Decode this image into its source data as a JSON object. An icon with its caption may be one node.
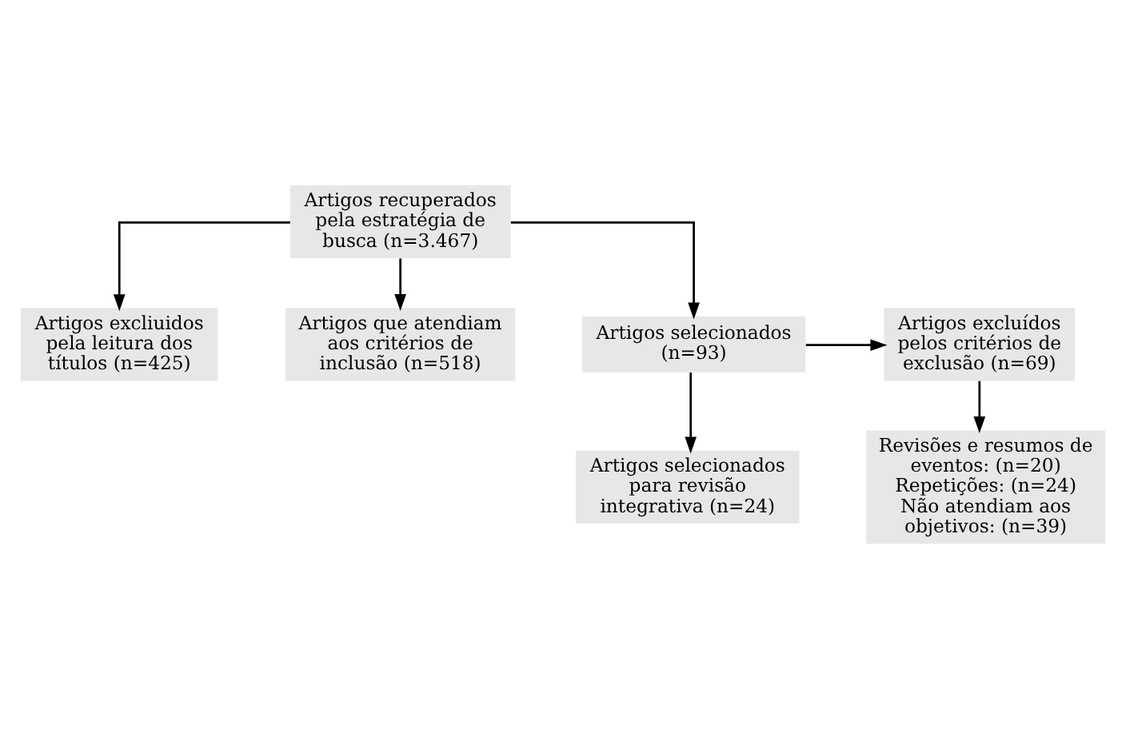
{
  "diagram": {
    "nodes": [
      {
        "text": [
          "Artigos recuperados pela estratégia de busca (n=3.467)"
        ]
      },
      {
        "text": [
          "Artigos excliuidos pela leitura dos títulos (n=425)"
        ]
      },
      {
        "text": [
          "Artigos que atendiam aos critérios de inclusão (n=518)"
        ]
      },
      {
        "text": [
          "Artigos selecionados (n=93)"
        ]
      },
      {
        "text": [
          "Artigos excluídos pelos critérios de exclusão (n=69)"
        ]
      },
      {
        "text": [
          "Artigos selecionados para revisão integrativa (n=24)"
        ]
      },
      {
        "text": [
          "Revisões e resumos de eventos: (n=20)",
          "Repetições: (n=24)",
          "Não atendiam aos objetivos: (n=39)"
        ]
      }
    ],
    "edges": [
      {
        "from": 0,
        "to": 1,
        "arrow": "to"
      },
      {
        "from": 0,
        "to": 2,
        "arrow": "to"
      },
      {
        "from": 0,
        "to": 3,
        "arrow": "to"
      },
      {
        "from": 3,
        "to": 4,
        "arrow": "to"
      },
      {
        "from": 3,
        "to": 5,
        "arrow": "to"
      },
      {
        "from": 4,
        "to": 6,
        "arrow": "to"
      }
    ]
  }
}
